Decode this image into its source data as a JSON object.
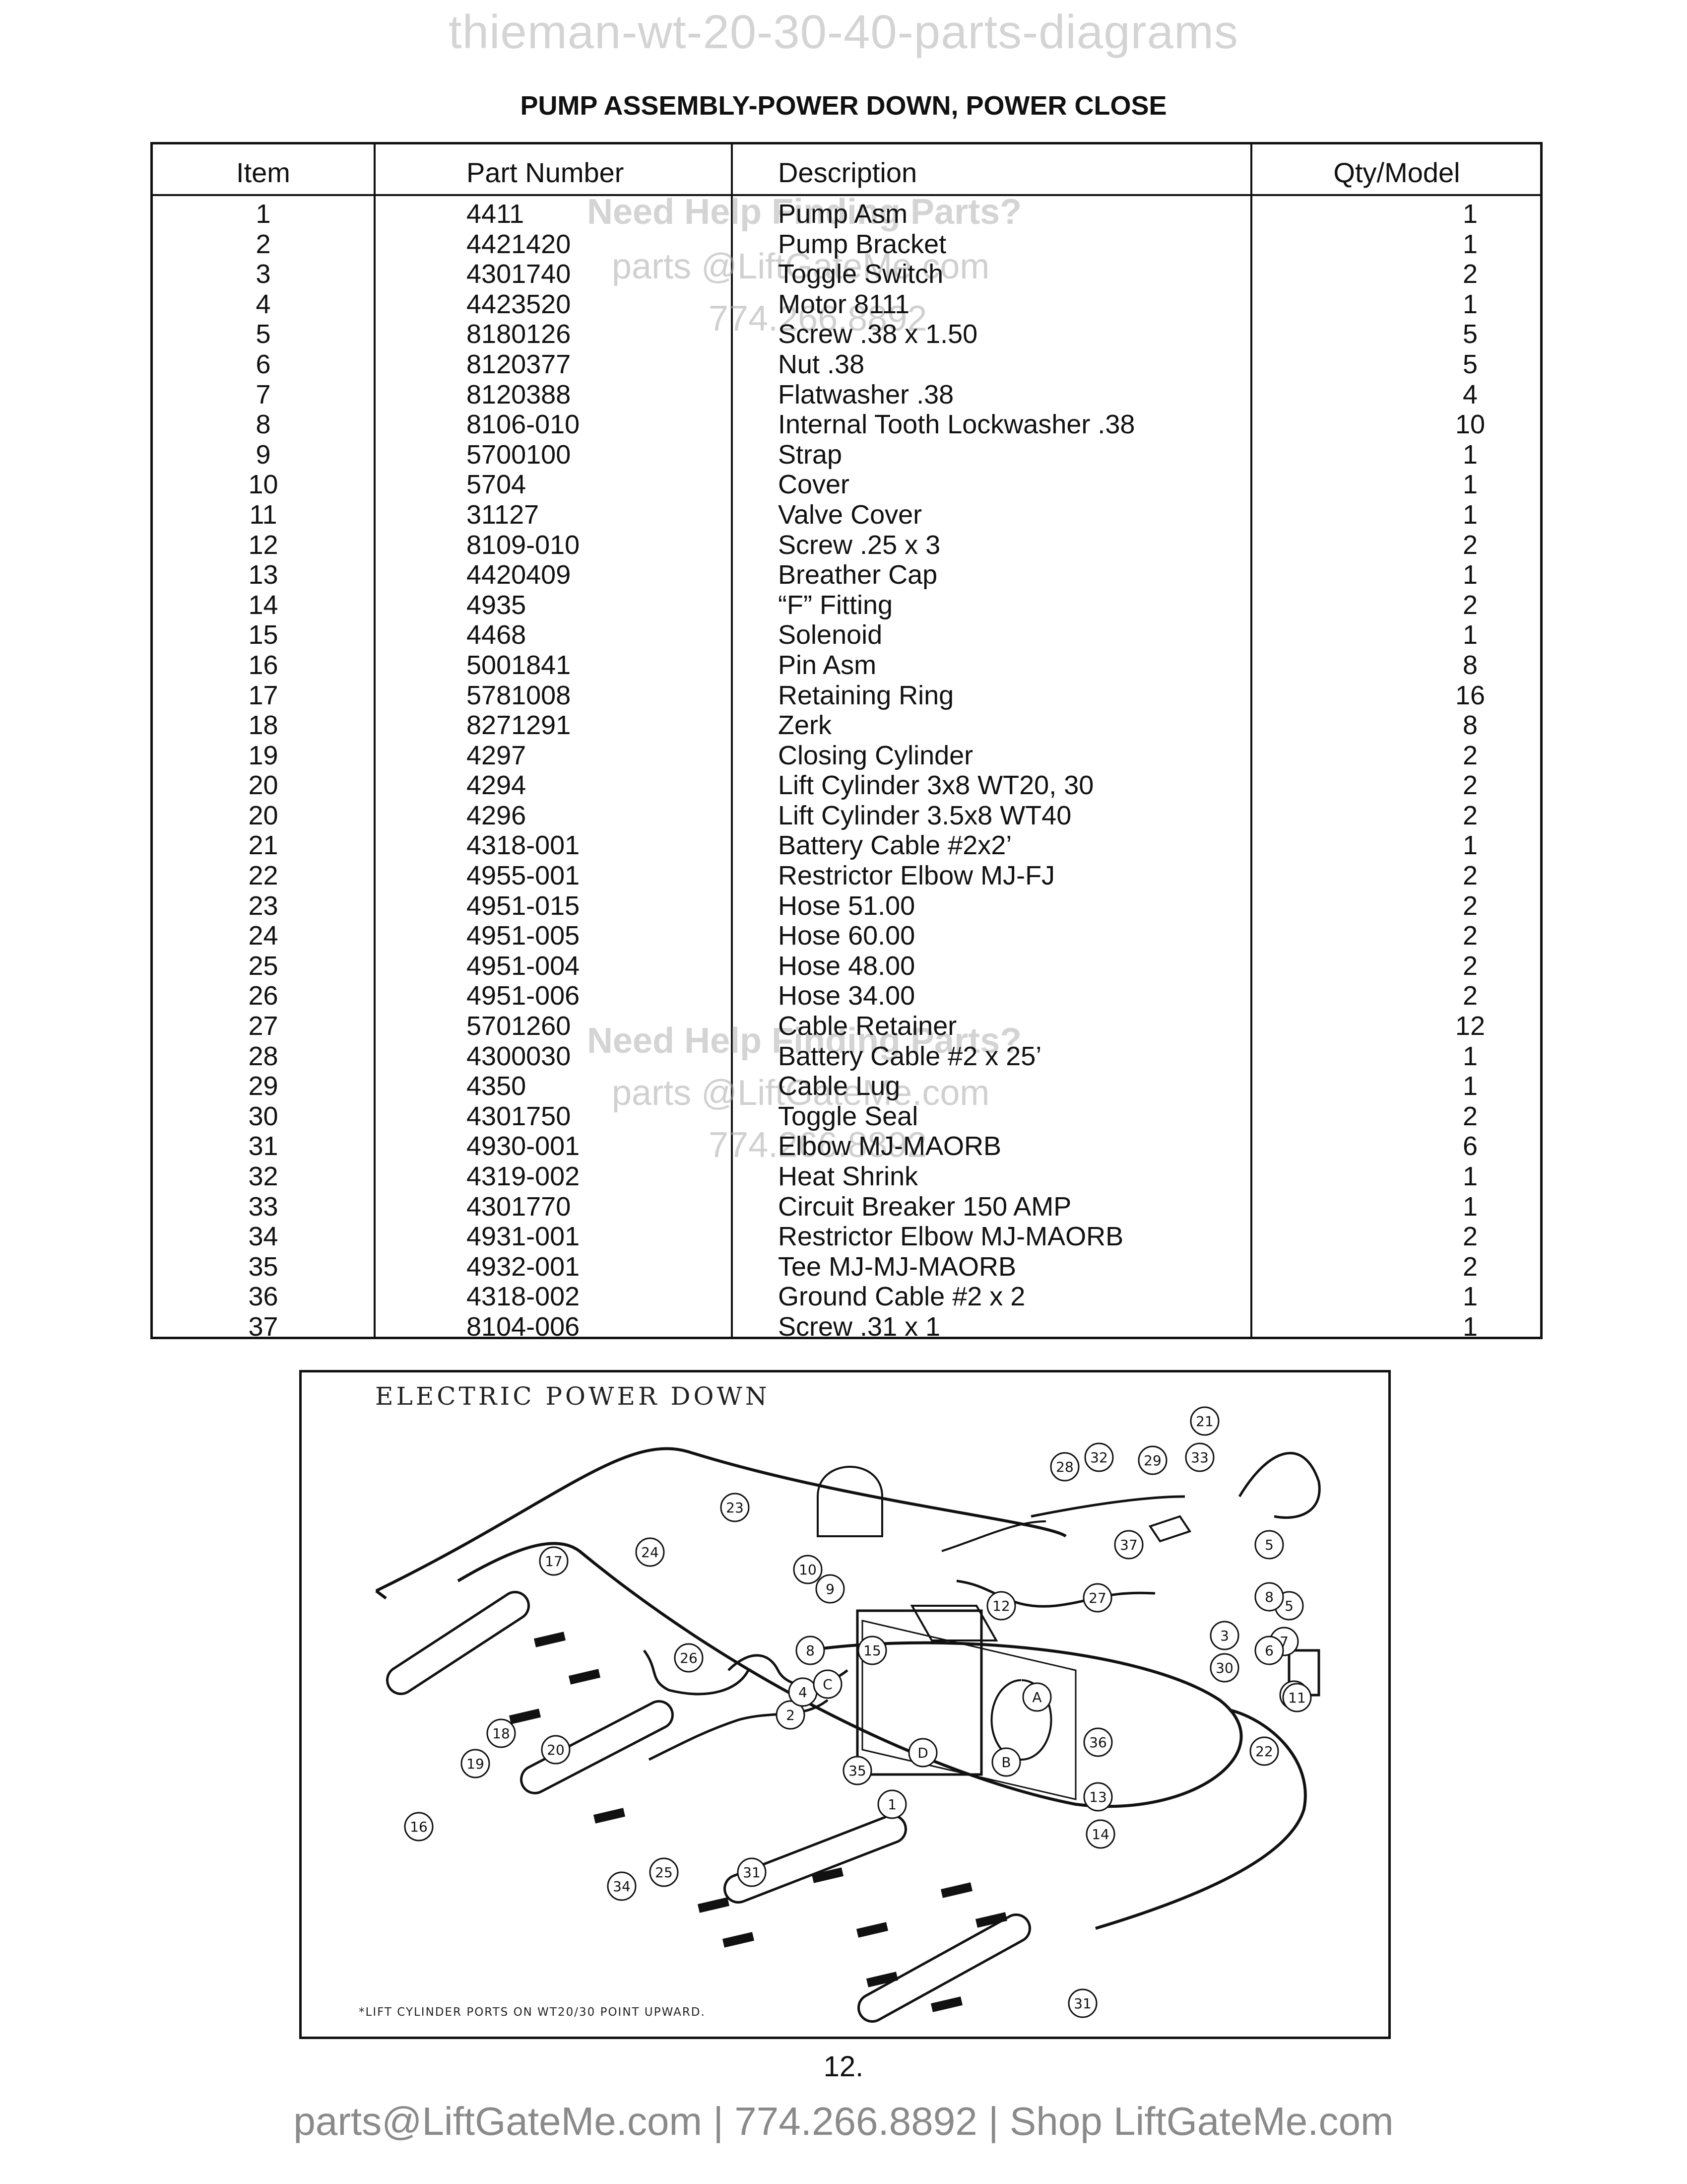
{
  "watermark_top": "thieman-wt-20-30-40-parts-diagrams",
  "title": "PUMP ASSEMBLY-POWER DOWN, POWER CLOSE",
  "table": {
    "headers": {
      "item": "Item",
      "part": "Part Number",
      "desc": "Description",
      "qty": "Qty/Model"
    },
    "rows": [
      {
        "item": "1",
        "part": "4411",
        "desc": "Pump Asm",
        "qty": "1"
      },
      {
        "item": "2",
        "part": "4421420",
        "desc": "Pump Bracket",
        "qty": "1"
      },
      {
        "item": "3",
        "part": "4301740",
        "desc": "Toggle Switch",
        "qty": "2"
      },
      {
        "item": "4",
        "part": "4423520",
        "desc": "Motor 8111",
        "qty": "1"
      },
      {
        "item": "5",
        "part": "8180126",
        "desc": "Screw .38 x 1.50",
        "qty": "5"
      },
      {
        "item": "6",
        "part": "8120377",
        "desc": "Nut .38",
        "qty": "5"
      },
      {
        "item": "7",
        "part": "8120388",
        "desc": "Flatwasher .38",
        "qty": "4"
      },
      {
        "item": "8",
        "part": "8106-010",
        "desc": "Internal Tooth Lockwasher .38",
        "qty": "10"
      },
      {
        "item": "9",
        "part": "5700100",
        "desc": "Strap",
        "qty": "1"
      },
      {
        "item": "10",
        "part": "5704",
        "desc": "Cover",
        "qty": "1"
      },
      {
        "item": "11",
        "part": "31127",
        "desc": "Valve Cover",
        "qty": "1"
      },
      {
        "item": "12",
        "part": "8109-010",
        "desc": "Screw .25 x 3",
        "qty": "2"
      },
      {
        "item": "13",
        "part": "4420409",
        "desc": "Breather Cap",
        "qty": "1"
      },
      {
        "item": "14",
        "part": "4935",
        "desc": "“F” Fitting",
        "qty": "2"
      },
      {
        "item": "15",
        "part": "4468",
        "desc": "Solenoid",
        "qty": "1"
      },
      {
        "item": "16",
        "part": "5001841",
        "desc": "Pin Asm",
        "qty": "8"
      },
      {
        "item": "17",
        "part": "5781008",
        "desc": "Retaining Ring",
        "qty": "16"
      },
      {
        "item": "18",
        "part": "8271291",
        "desc": "Zerk",
        "qty": "8"
      },
      {
        "item": "19",
        "part": "4297",
        "desc": "Closing Cylinder",
        "qty": "2"
      },
      {
        "item": "20",
        "part": "4294",
        "desc": "Lift Cylinder 3x8 WT20, 30",
        "qty": "2"
      },
      {
        "item": "20",
        "part": "4296",
        "desc": "Lift Cylinder 3.5x8 WT40",
        "qty": "2"
      },
      {
        "item": "21",
        "part": "4318-001",
        "desc": "Battery Cable #2x2’",
        "qty": "1"
      },
      {
        "item": "22",
        "part": "4955-001",
        "desc": "Restrictor Elbow MJ-FJ",
        "qty": "2"
      },
      {
        "item": "23",
        "part": "4951-015",
        "desc": "Hose 51.00",
        "qty": "2"
      },
      {
        "item": "24",
        "part": "4951-005",
        "desc": "Hose 60.00",
        "qty": "2"
      },
      {
        "item": "25",
        "part": "4951-004",
        "desc": "Hose 48.00",
        "qty": "2"
      },
      {
        "item": "26",
        "part": "4951-006",
        "desc": "Hose 34.00",
        "qty": "2"
      },
      {
        "item": "27",
        "part": "5701260",
        "desc": "Cable Retainer",
        "qty": "12"
      },
      {
        "item": "28",
        "part": "4300030",
        "desc": "Battery Cable #2 x 25’",
        "qty": "1"
      },
      {
        "item": "29",
        "part": "4350",
        "desc": "Cable Lug",
        "qty": "1"
      },
      {
        "item": "30",
        "part": "4301750",
        "desc": "Toggle Seal",
        "qty": "2"
      },
      {
        "item": "31",
        "part": "4930-001",
        "desc": "Elbow MJ-MAORB",
        "qty": "6"
      },
      {
        "item": "32",
        "part": "4319-002",
        "desc": "Heat Shrink",
        "qty": "1"
      },
      {
        "item": "33",
        "part": "4301770",
        "desc": "Circuit Breaker 150 AMP",
        "qty": "1"
      },
      {
        "item": "34",
        "part": "4931-001",
        "desc": "Restrictor Elbow MJ-MAORB",
        "qty": "2"
      },
      {
        "item": "35",
        "part": "4932-001",
        "desc": "Tee MJ-MJ-MAORB",
        "qty": "2"
      },
      {
        "item": "36",
        "part": "4318-002",
        "desc": "Ground Cable #2 x 2",
        "qty": "1"
      },
      {
        "item": "37",
        "part": "8104-006",
        "desc": "Screw .31 x 1",
        "qty": "1"
      }
    ]
  },
  "table_watermark": {
    "line1": "Need Help Finding Parts?",
    "line2": "parts @LiftGateMe.com",
    "line3": "774.266.8892"
  },
  "diagram": {
    "title": "ELECTRIC POWER DOWN",
    "note": "*LIFT CYLINDER PORTS ON WT20/30 POINT UPWARD.",
    "callouts": [
      "1",
      "2",
      "3",
      "4",
      "5",
      "6",
      "7",
      "8",
      "9",
      "10",
      "11",
      "12",
      "13",
      "14",
      "15",
      "16",
      "17",
      "18",
      "19",
      "20",
      "21",
      "22",
      "23",
      "24",
      "25",
      "26",
      "27",
      "28",
      "29",
      "30",
      "31",
      "31",
      "32",
      "33",
      "34",
      "35",
      "36",
      "37",
      "5",
      "8",
      "6",
      "A",
      "B",
      "C",
      "D"
    ]
  },
  "page_number": "12.",
  "footer": "parts@LiftGateMe.com | 774.266.8892 | Shop LiftGateMe.com"
}
